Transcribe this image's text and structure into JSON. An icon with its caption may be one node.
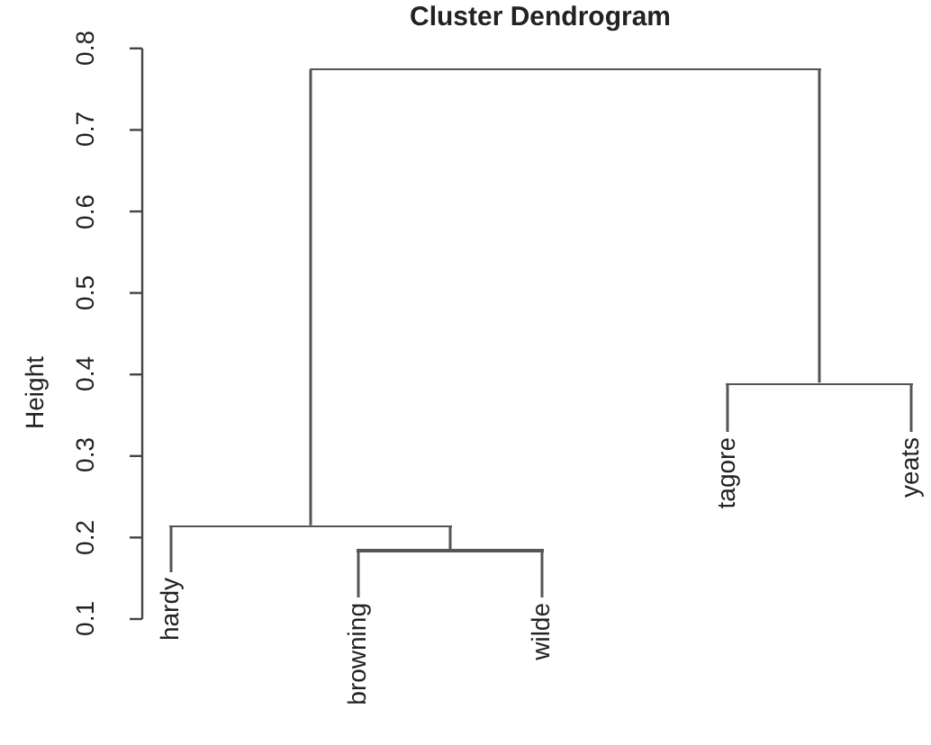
{
  "diagram": {
    "title": "Cluster Dendrogram",
    "nodes": [
      {
        "text": [],
        "shape": "bar"
      },
      {
        "text": [],
        "shape": "bar"
      },
      {
        "text": [],
        "shape": "bar"
      },
      {
        "text": [],
        "shape": "bar"
      },
      {
        "text": [
          "hardy"
        ]
      },
      {
        "text": [
          "browning"
        ]
      },
      {
        "text": [
          "wilde"
        ]
      },
      {
        "text": [
          "tagore"
        ]
      },
      {
        "text": [
          "yeats"
        ]
      }
    ],
    "edges": [
      {
        "from": 0,
        "to": 2,
        "arrow": "none"
      },
      {
        "from": 0,
        "to": 1,
        "arrow": "none"
      },
      {
        "from": 2,
        "to": 4,
        "arrow": "none"
      },
      {
        "from": 2,
        "to": 3,
        "arrow": "none"
      },
      {
        "from": 3,
        "to": 5,
        "arrow": "none"
      },
      {
        "from": 3,
        "to": 6,
        "arrow": "none"
      },
      {
        "from": 1,
        "to": 7,
        "arrow": "none"
      },
      {
        "from": 1,
        "to": 8,
        "arrow": "none"
      }
    ],
    "labels": [
      "Height",
      "0.1",
      "0.2",
      "0.3",
      "0.4",
      "0.5",
      "0.6",
      "0.7",
      "0.8"
    ]
  }
}
